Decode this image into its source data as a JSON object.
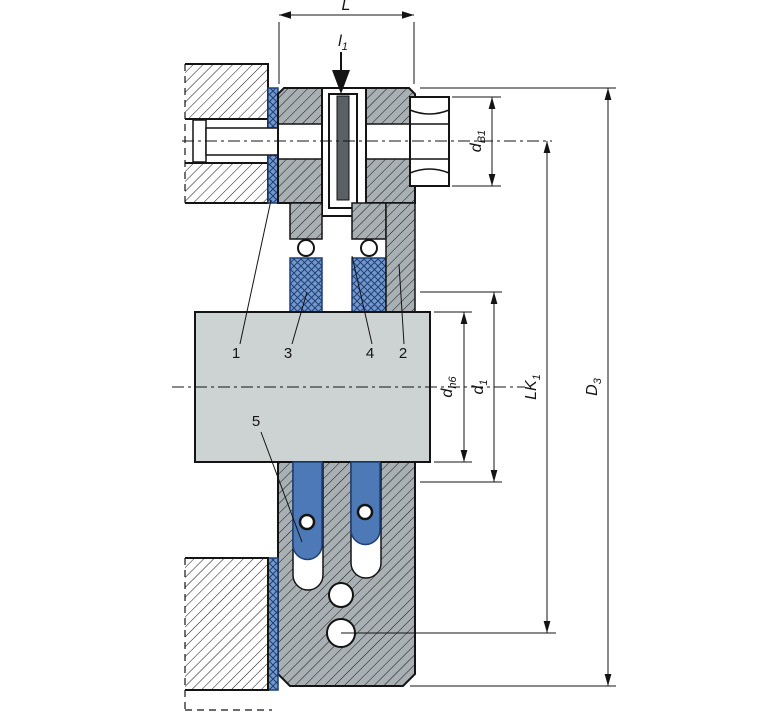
{
  "diagram": {
    "dimensions": {
      "L": {
        "main": "L",
        "sub": ""
      },
      "l1": {
        "main": "l",
        "sub": "1"
      },
      "dB1": {
        "main": "d",
        "sub": "B1"
      },
      "dh6": {
        "main": "d",
        "sub": "h6"
      },
      "d1": {
        "main": "d",
        "sub": "1"
      },
      "LK1": {
        "main": "LK",
        "sub": "1"
      },
      "D3": {
        "main": "D",
        "sub": "3"
      }
    },
    "callouts": {
      "item1": "1",
      "item2": "2",
      "item3": "3",
      "item4": "4",
      "item5": "5"
    },
    "colors": {
      "line": "#141414",
      "body_gray": "#a9b0b4",
      "shaft_gray": "#cdd2d2",
      "part_blue": "#4d79b6",
      "part_blue_light": "#7398cb",
      "part_blue_dark": "#1f3f77",
      "steel_dark": "#5a6064",
      "background": "#ffffff"
    }
  }
}
